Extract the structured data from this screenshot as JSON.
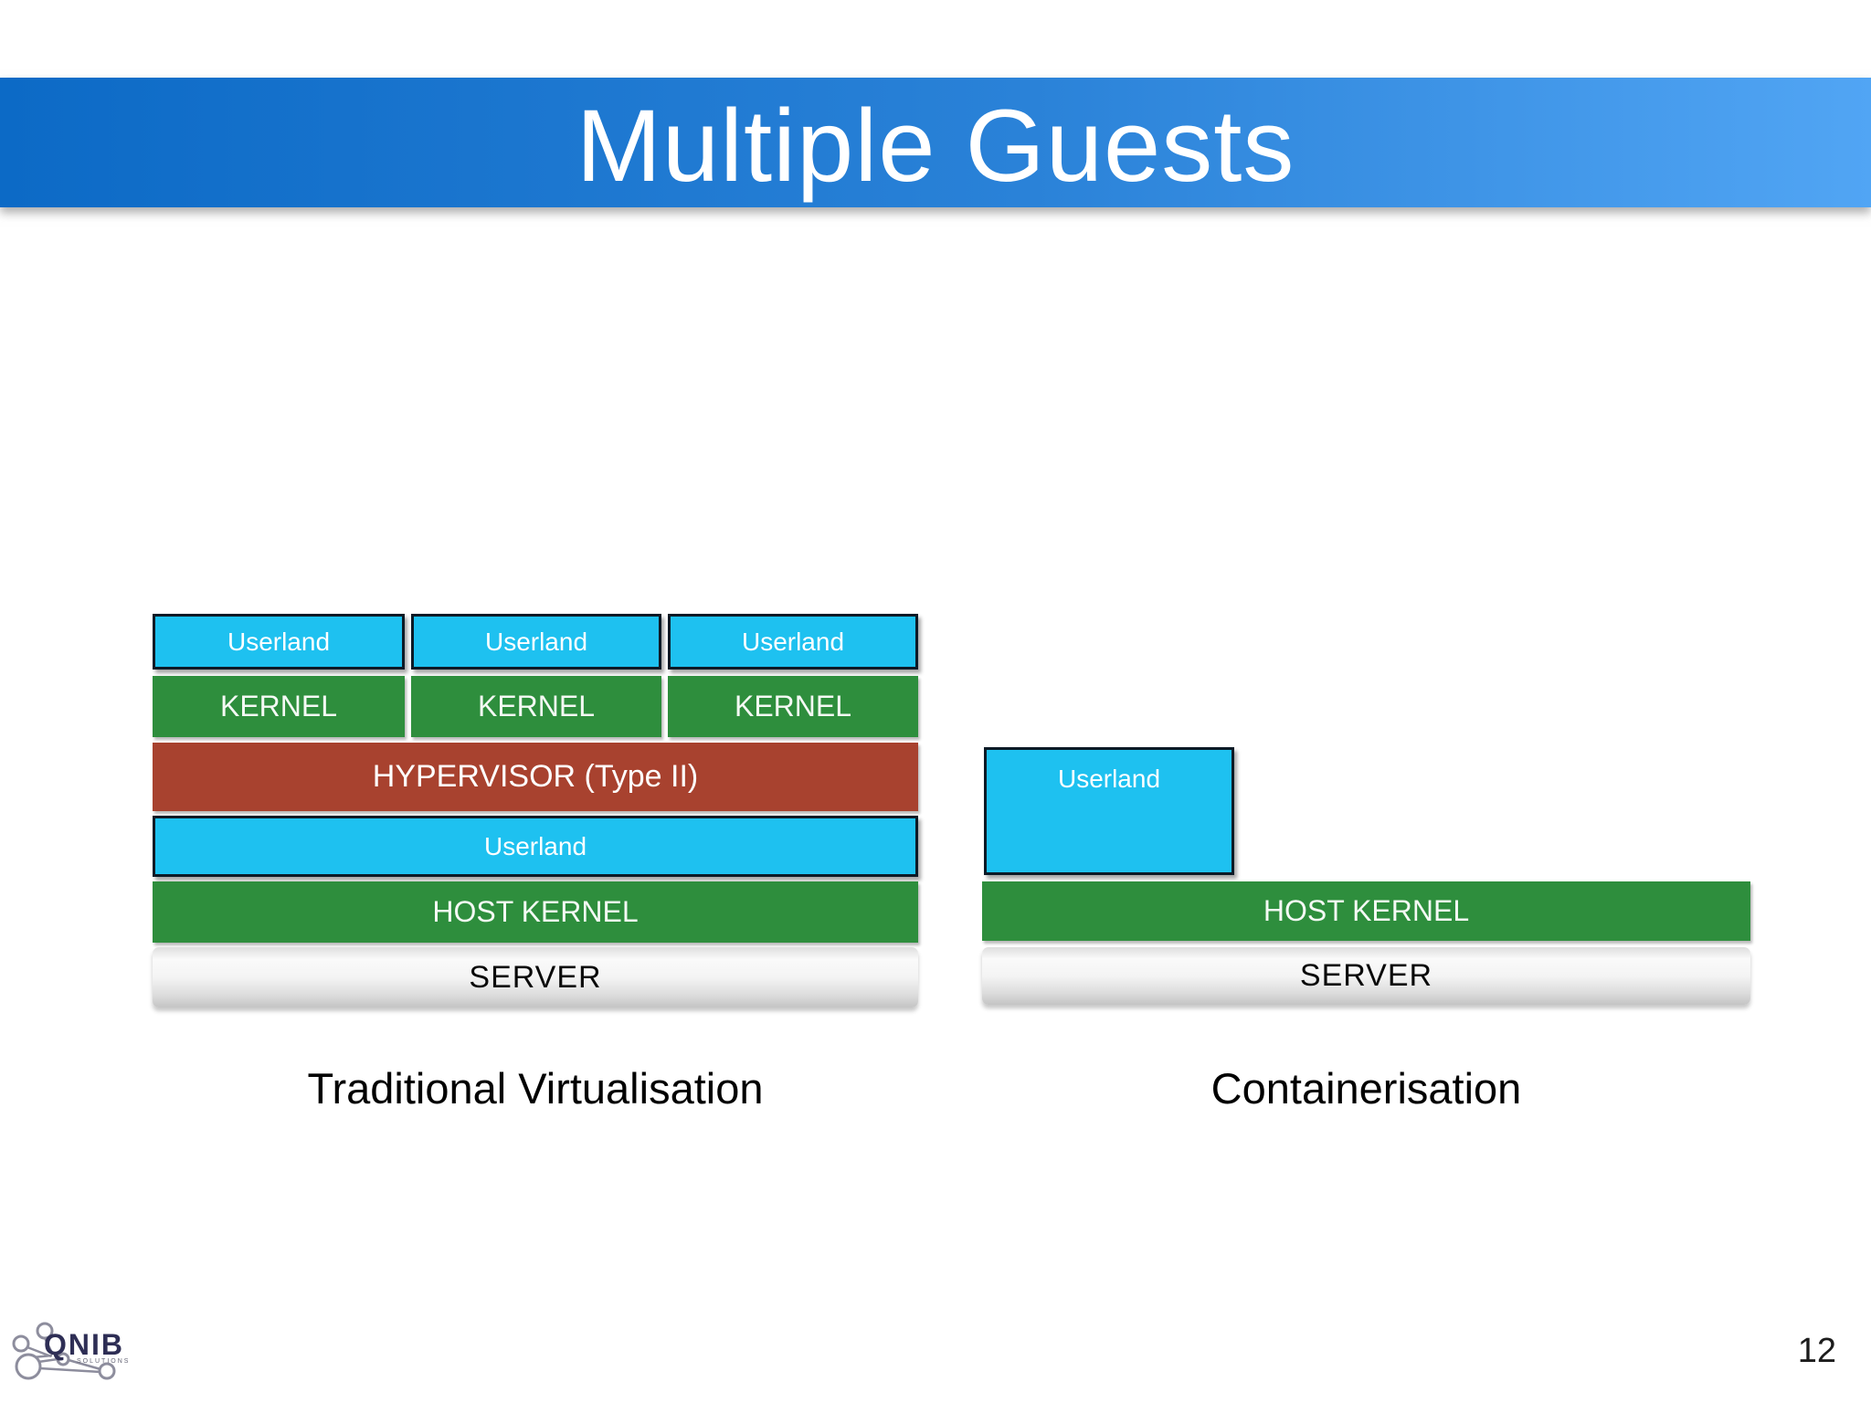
{
  "slide": {
    "title": "Multiple Guests",
    "page_number": "12"
  },
  "logo": {
    "brand": "QNIB",
    "tagline": "SOLUTIONS"
  },
  "palette": {
    "band_gradient_left": "#0c6ac6",
    "band_gradient_right": "#51a5f4",
    "userland_cyan": "#1ec1f0",
    "userland_border_dark": "#0c1a26",
    "kernel_green": "#2e8e3d",
    "hypervisor_red": "#a8422f",
    "server_gray_top": "#fafafa",
    "server_gray_bottom": "#c4c4c4",
    "caption_text": "#000000"
  },
  "diagram": {
    "left": {
      "caption": "Traditional Virtualisation",
      "guest_userlands": [
        "Userland",
        "Userland",
        "Userland"
      ],
      "guest_kernels": [
        "KERNEL",
        "KERNEL",
        "KERNEL"
      ],
      "hypervisor": "HYPERVISOR (Type II)",
      "host_userland": "Userland",
      "host_kernel": "HOST KERNEL",
      "server": "SERVER"
    },
    "right": {
      "caption": "Containerisation",
      "container_userland": "Userland",
      "host_kernel": "HOST KERNEL",
      "server": "SERVER"
    }
  }
}
